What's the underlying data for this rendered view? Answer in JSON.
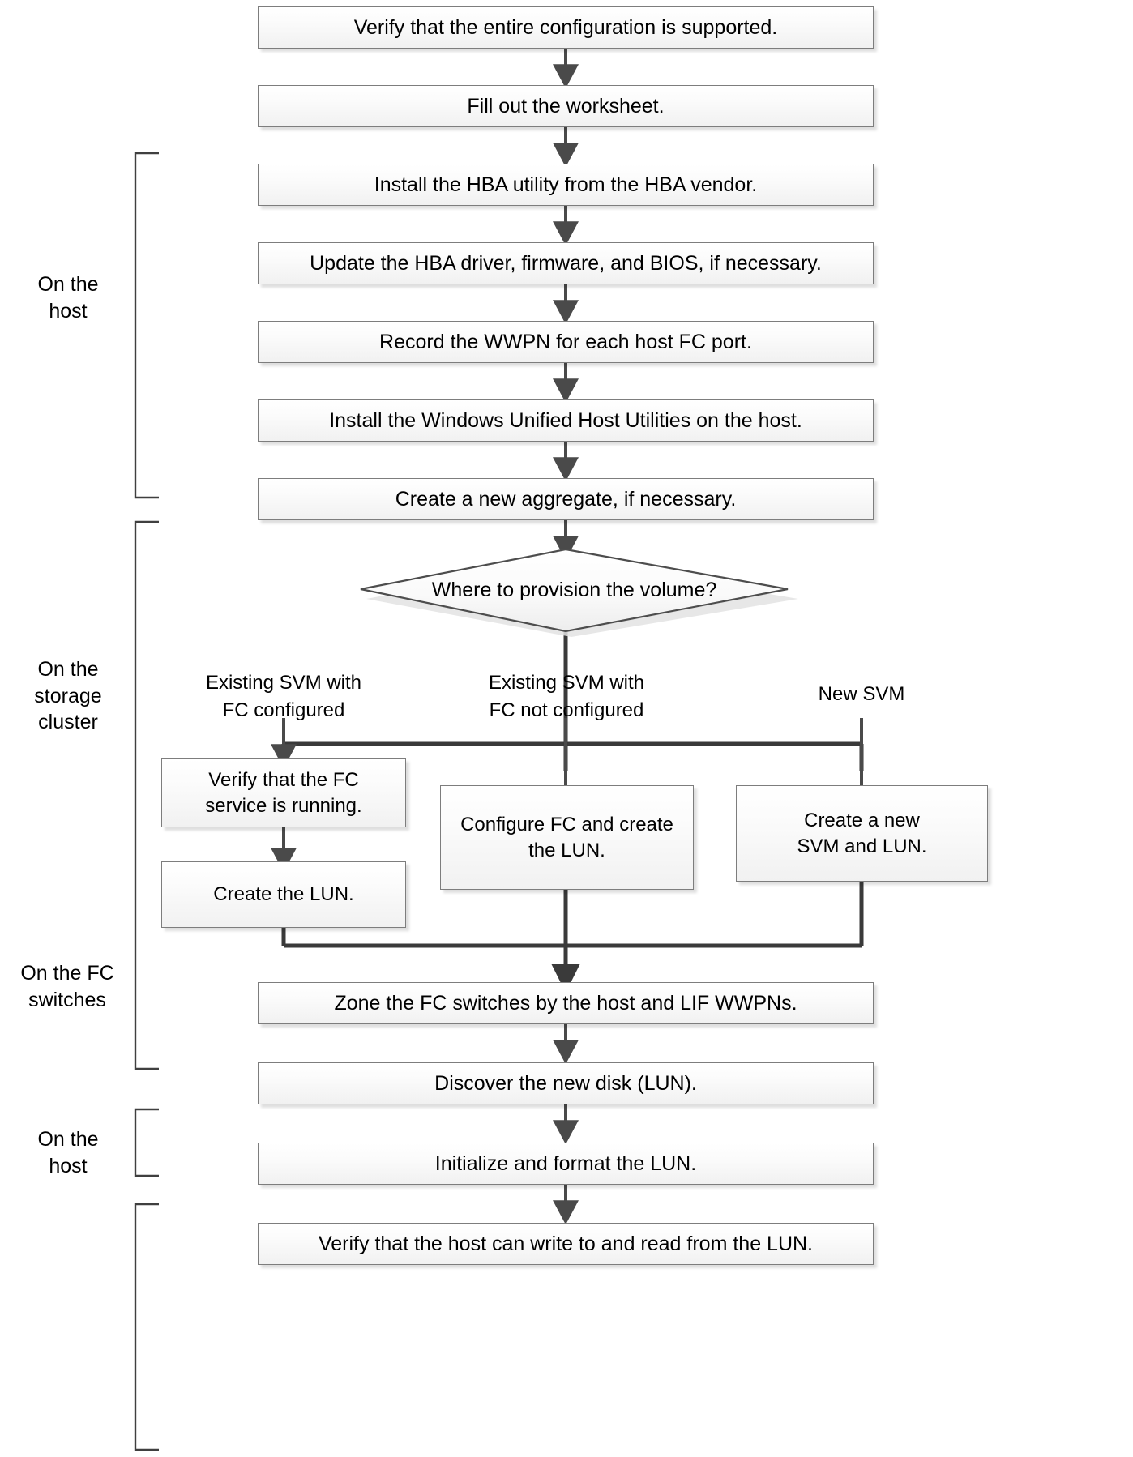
{
  "diagram": {
    "title": "FC configuration workflow for Windows host with ONTAP storage",
    "type": "flowchart"
  },
  "side_labels": [
    {
      "id": "host-top",
      "text": "On the\nhost"
    },
    {
      "id": "storage-cluster",
      "text": "On the\nstorage\ncluster"
    },
    {
      "id": "fc-switches",
      "text": "On the FC\nswitches"
    },
    {
      "id": "host-bottom",
      "text": "On the\nhost"
    }
  ],
  "main_steps": [
    {
      "id": "verify-config",
      "text": "Verify that the entire configuration is supported."
    },
    {
      "id": "fill-worksheet",
      "text": "Fill out the worksheet."
    },
    {
      "id": "install-hba-utility",
      "text": "Install the HBA utility from the HBA vendor."
    },
    {
      "id": "update-hba",
      "text": "Update the HBA driver, firmware, and BIOS, if necessary."
    },
    {
      "id": "record-wwpn",
      "text": "Record the WWPN for each host FC port."
    },
    {
      "id": "install-host-utilities",
      "text": "Install the Windows Unified Host Utilities on the host."
    },
    {
      "id": "create-aggregate",
      "text": "Create a new aggregate, if necessary."
    }
  ],
  "decision": {
    "id": "where-provision",
    "text": "Where to provision the volume?"
  },
  "branches": [
    {
      "id": "existing-svm-fc-configured",
      "label": "Existing SVM with\nFC configured",
      "steps": [
        {
          "id": "verify-fc-service",
          "text": "Verify that the FC\nservice is running."
        },
        {
          "id": "create-lun",
          "text": "Create the LUN."
        }
      ]
    },
    {
      "id": "existing-svm-fc-not-configured",
      "label": "Existing SVM with\nFC not configured",
      "steps": [
        {
          "id": "configure-fc-create-lun",
          "text": "Configure FC and create\nthe LUN."
        }
      ]
    },
    {
      "id": "new-svm",
      "label": "New SVM",
      "steps": [
        {
          "id": "create-new-svm-lun",
          "text": "Create a new\nSVM and LUN."
        }
      ]
    }
  ],
  "post_steps": [
    {
      "id": "zone-fc-switches",
      "text": "Zone the FC switches by the host and LIF WWPNs."
    },
    {
      "id": "discover-disk",
      "text": "Discover the new disk (LUN)."
    },
    {
      "id": "initialize-format",
      "text": "Initialize and format the LUN."
    },
    {
      "id": "verify-read-write",
      "text": "Verify that the host can write to and read from the LUN."
    }
  ],
  "colors": {
    "box_border": "#7d7d7d",
    "box_fill_top": "#ffffff",
    "box_fill_bottom": "#f1f1f1",
    "arrow": "#4a4a4a",
    "bracket": "#3f3f3f",
    "text": "#000000",
    "page_background": "#ffffff"
  }
}
